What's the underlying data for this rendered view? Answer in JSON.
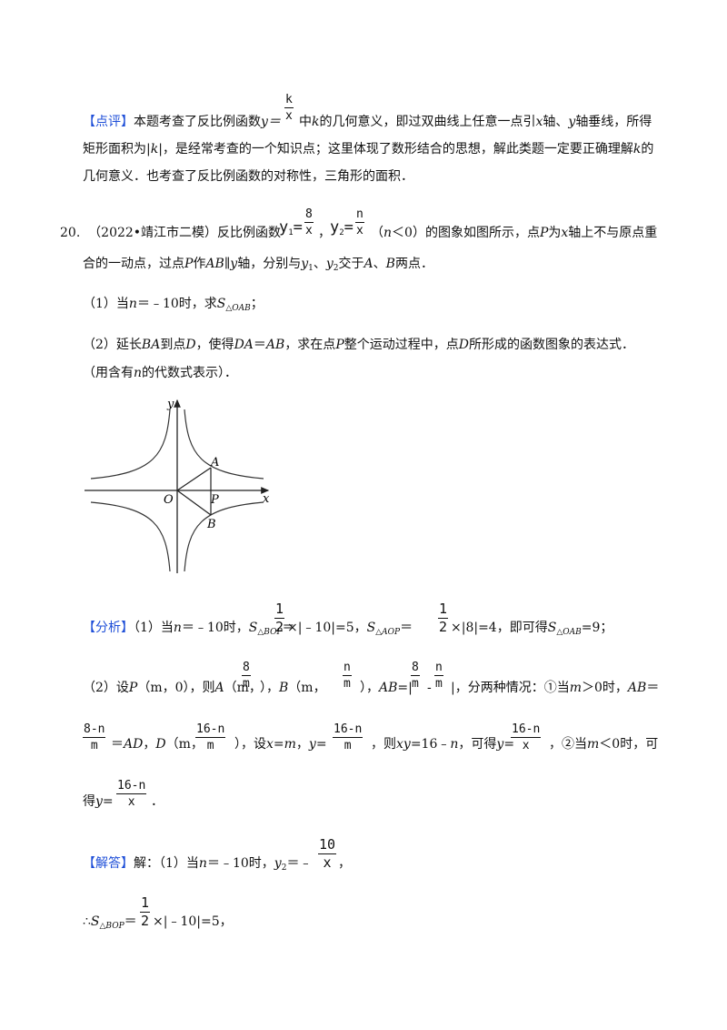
{
  "dianping": {
    "tag": "【点评】",
    "l1a": "本题考查了反比例函数",
    "l1y": "y＝",
    "k_num": "k",
    "k_den": "x",
    "l1b": "中",
    "l1k": "k",
    "l1c": "的几何意义，即过双曲线上任意一点引",
    "l1x": "x",
    "l1d": "轴、",
    "l1yy": "y",
    "l1e": "轴垂线，所得",
    "l2a": "矩形面积为|",
    "l2k": "k",
    "l2b": "|，是经常考查的一个知识点；这里体现了数形结合的思想，解此类题一定要正确理解",
    "l2k2": "k",
    "l2c": "的",
    "l3": "几何意义．也考查了反比例函数的对称性，三角形的面积．"
  },
  "problem": {
    "number": "20.",
    "source": "（2022•靖江市二模）反比例函数",
    "y1": "y",
    "y1sub": "1",
    "eq": "=",
    "y1num": "8",
    "y1den": "x",
    "comma": "，",
    "y2": "y",
    "y2sub": "2",
    "eq2": "=",
    "y2num": "n",
    "y2den": "x",
    "cond_a": "（",
    "cond_n": "n",
    "cond_b": "＜0）的图象如图所示，点",
    "cond_P": "P",
    "cond_c": "为",
    "cond_x": "x",
    "cond_d": "轴上不与原点重",
    "l2": "合的一动点，过点",
    "l2P": "P",
    "l2b": "作",
    "l2AB": "AB",
    "l2c": "∥",
    "l2y": "y",
    "l2d": "轴，分别与",
    "l2y1": "y",
    "l2y1s": "1",
    "l2e": "、",
    "l2y2": "y",
    "l2y2s": "2",
    "l2f": "交于",
    "l2A": "A",
    "l2g": "、",
    "l2B": "B",
    "l2h": "两点．",
    "q1a": "（1）当",
    "q1n": "n",
    "q1b": "＝﹣10时，求",
    "q1S": "S",
    "q1sub": "△OAB",
    "q1c": "；",
    "q2a": "（2）延长",
    "q2BA": "BA",
    "q2b": "到点",
    "q2D": "D",
    "q2c": "，使得",
    "q2DA": "DA",
    "q2d": "＝",
    "q2AB": "AB",
    "q2e": "，求在点",
    "q2P": "P",
    "q2f": "整个运动过程中，点",
    "q2D2": "D",
    "q2g": "所形成的函数图象的表达式．",
    "q2h_a": "（用含有",
    "q2h_n": "n",
    "q2h_b": "的代数式表示）．"
  },
  "figure": {
    "y_label": "y",
    "x_label": "x",
    "O_label": "O",
    "A_label": "A",
    "P_label": "P",
    "B_label": "B"
  },
  "fenxi": {
    "tag": "【分析】",
    "a1": "（1）当",
    "a1n": "n",
    "a1b": "＝﹣10时，",
    "S1": "S",
    "S1sub": "△BOP",
    "eq1": "＝",
    "h1n": "1",
    "h1d": "2",
    "v1": "×|﹣10|=5，",
    "S2": "S",
    "S2sub": "△AOP",
    "eq2": "＝",
    "h2n": "1",
    "h2d": "2",
    "v2": "×|8|=4，即可得",
    "S3": "S",
    "S3sub": "△OAB",
    "v3": "=9；",
    "b1": "（2）设",
    "b1P": "P",
    "b1m": "（m，0），则",
    "b1A": "A",
    "b1Am": "（m，",
    "fA_n": "8",
    "fA_d": "m",
    "b1c": "），",
    "b1B": "B",
    "b1Bm": "（m，",
    "fB_n": "n",
    "fB_d": "m",
    "b1d": "），",
    "b1AB": "AB",
    "b1eq": "=|",
    "f3_n": "8",
    "f3_d": "m",
    "b1minus": "-",
    "f4_n": "n",
    "f4_d": "m",
    "b1e": "|，分两种情况：①当",
    "b1m2": "m",
    "b1f": "＞0时，",
    "b1AB2": "AB",
    "b1g": "＝",
    "c_f1n": "8-n",
    "c_f1d": "m",
    "c1": "＝",
    "c1AD": "AD",
    "c1b": "，",
    "c1D": "D",
    "c1m": "（m，",
    "c_f2n": "16-n",
    "c_f2d": "m",
    "c1c": "），设",
    "c1x": "x",
    "c1d": "=",
    "c1mm": "m",
    "c1e": "，",
    "c1y": "y",
    "c1f": "=",
    "c_f3n": "16-n",
    "c_f3d": "m",
    "c1g": "，则",
    "c1xy": "xy",
    "c1h": "=16﹣",
    "c1n": "n",
    "c1i": "，可得",
    "c1y2": "y",
    "c1j": "=",
    "c_f4n": "16-n",
    "c_f4d": "x",
    "c1k": "，②当",
    "c1m3": "m",
    "c1l": "＜0时，可",
    "d1": "得",
    "d1y": "y",
    "d1eq": "=",
    "d_fn": "16-n",
    "d_fd": "x",
    "d1end": "．"
  },
  "jieda": {
    "tag": "【解答】",
    "a": "解：（1）当",
    "an": "n",
    "b": "＝﹣10时，",
    "y2": "y",
    "y2s": "2",
    "eq": "＝﹣",
    "fn": "10",
    "fd": "x",
    "c": "，",
    "therefore": "∴",
    "S": "S",
    "Ssub": "△BOP",
    "eq2": "＝",
    "hn": "1",
    "hd": "2",
    "v": "×|﹣10|=5，"
  }
}
